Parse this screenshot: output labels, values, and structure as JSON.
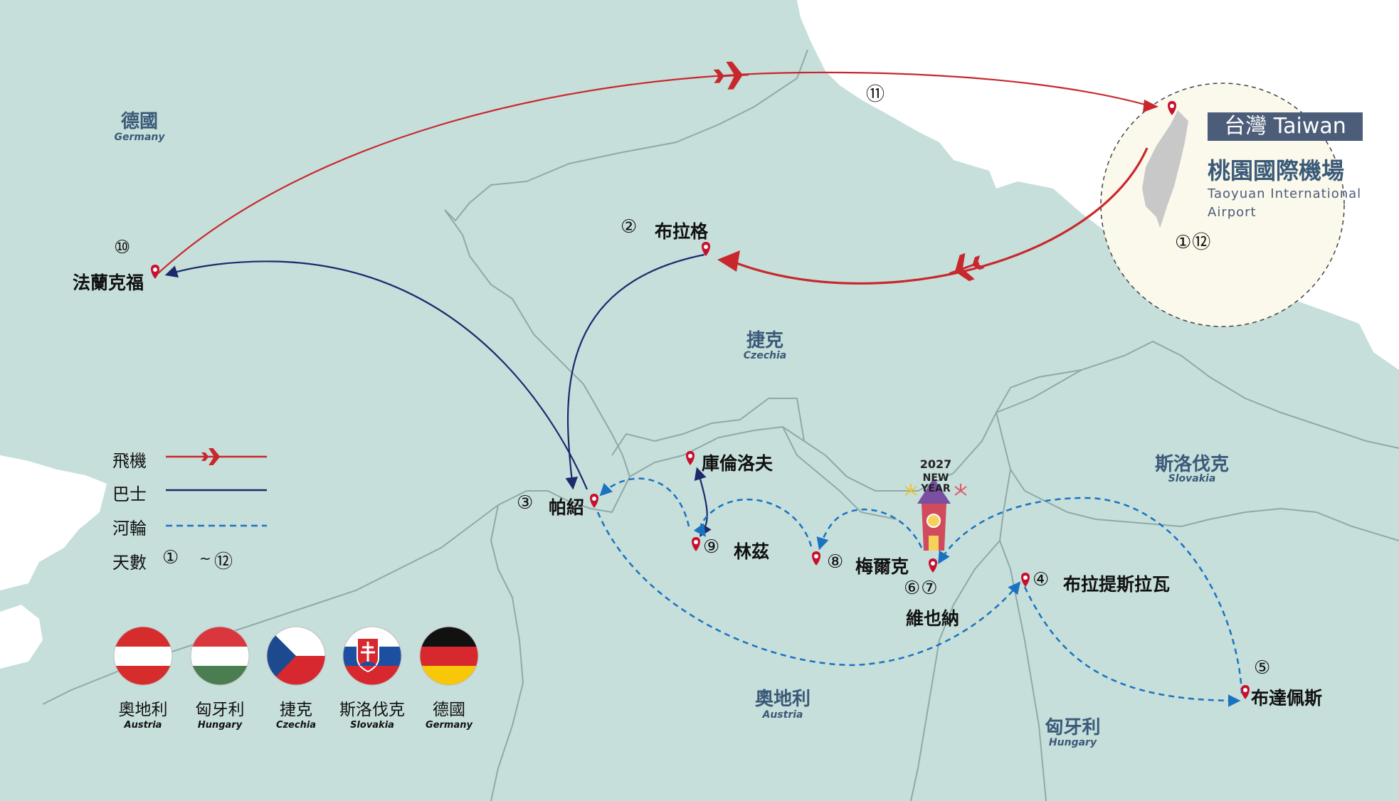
{
  "countries": {
    "germany": {
      "zh": "德國",
      "en": "Germany"
    },
    "czechia": {
      "zh": "捷克",
      "en": "Czechia"
    },
    "slovakia": {
      "zh": "斯洛伐克",
      "en": "Slovakia"
    },
    "austria": {
      "zh": "奧地利",
      "en": "Austria"
    },
    "hungary": {
      "zh": "匈牙利",
      "en": "Hungary"
    }
  },
  "cities": {
    "frankfurt": {
      "name": "法蘭克福",
      "day": "⑩"
    },
    "prague": {
      "name": "布拉格",
      "day": "②"
    },
    "passau": {
      "name": "帕紹",
      "day": "③"
    },
    "cesky_krumlov": {
      "name": "庫倫洛夫"
    },
    "linz": {
      "name": "林茲",
      "day": "⑨"
    },
    "melk": {
      "name": "梅爾克",
      "day": "⑧"
    },
    "vienna": {
      "name": "維也納",
      "day": "⑥⑦"
    },
    "bratislava": {
      "name": "布拉提斯拉瓦",
      "day": "④"
    },
    "budapest": {
      "name": "布達佩斯",
      "day": "⑤"
    }
  },
  "flight_day": "⑪",
  "taiwan": {
    "badge": "台灣 Taiwan",
    "airport_zh": "桃園國際機場",
    "airport_en_1": "Taoyuan International",
    "airport_en_2": "Airport",
    "days": "①⑫"
  },
  "new_year": {
    "year": "2027",
    "line1": "NEW",
    "line2": "YEAR"
  },
  "legend": {
    "plane": "飛機",
    "bus": "巴士",
    "river": "河輪",
    "days_label": "天數",
    "days_from": "①",
    "days_sep": "~",
    "days_to": "⑫"
  },
  "flags": [
    {
      "zh": "奧地利",
      "en": "Austria",
      "icon": "austria-flag"
    },
    {
      "zh": "匈牙利",
      "en": "Hungary",
      "icon": "hungary-flag"
    },
    {
      "zh": "捷克",
      "en": "Czechia",
      "icon": "czech-flag"
    },
    {
      "zh": "斯洛伐克",
      "en": "Slovakia",
      "icon": "slovakia-flag"
    },
    {
      "zh": "德國",
      "en": "Germany",
      "icon": "germany-flag"
    }
  ],
  "colors": {
    "plane": "#c8282d",
    "bus": "#1b2a6b",
    "river": "#1a73c0",
    "pin": "#c8102e",
    "land": "#c6dfdb",
    "sea": "#ffffff",
    "border": "#8eaaa8",
    "label": "#3a5a78"
  }
}
